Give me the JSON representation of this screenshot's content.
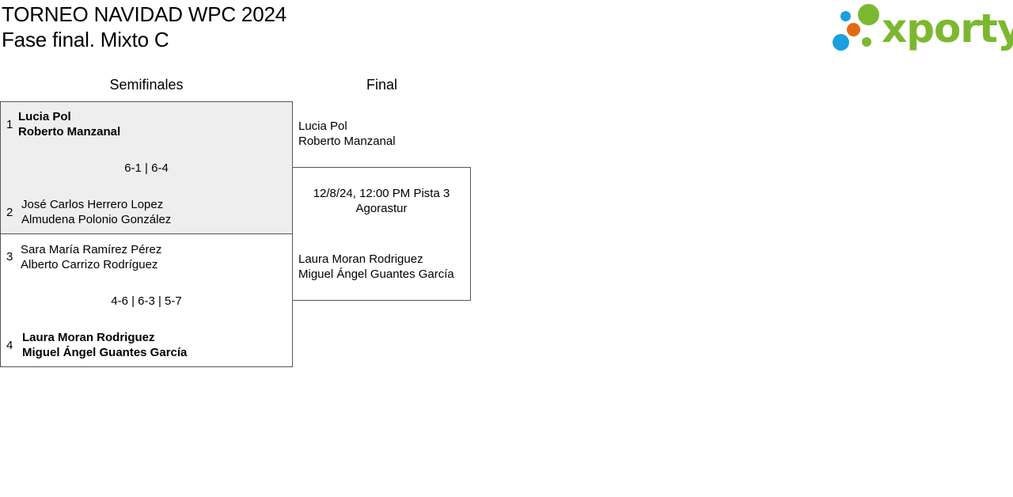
{
  "header": {
    "title": "TORNEO NAVIDAD WPC 2024",
    "subtitle": "Fase final. Mixto C"
  },
  "logo": {
    "text": "xporty",
    "colors": {
      "green": "#7cb82f",
      "orange": "#e36a12",
      "blue": "#1a9fe0"
    }
  },
  "rounds": {
    "semis_label": "Semifinales",
    "final_label": "Final"
  },
  "semifinal_1": {
    "score": "6-1 | 6-4",
    "team_a": {
      "seed": "1",
      "player1": "Lucia Pol",
      "player2": "Roberto Manzanal",
      "winner": true
    },
    "team_b": {
      "seed": "2",
      "player1": "José Carlos Herrero Lopez",
      "player2": "Almudena Polonio González",
      "winner": false
    }
  },
  "semifinal_2": {
    "score": "4-6 | 6-3 | 5-7",
    "team_a": {
      "seed": "3",
      "player1": "Sara María Ramírez Pérez",
      "player2": "Alberto Carrizo Rodríguez",
      "winner": false
    },
    "team_b": {
      "seed": "4",
      "player1": "Laura Moran Rodriguez",
      "player2": "Miguel Ángel Guantes García",
      "winner": true
    }
  },
  "final": {
    "datetime": "12/8/24, 12:00 PM Pista 3",
    "venue": "Agorastur",
    "team_a": {
      "player1": "Lucia Pol",
      "player2": "Roberto Manzanal"
    },
    "team_b": {
      "player1": "Laura Moran Rodriguez",
      "player2": "Miguel Ángel Guantes García"
    }
  }
}
